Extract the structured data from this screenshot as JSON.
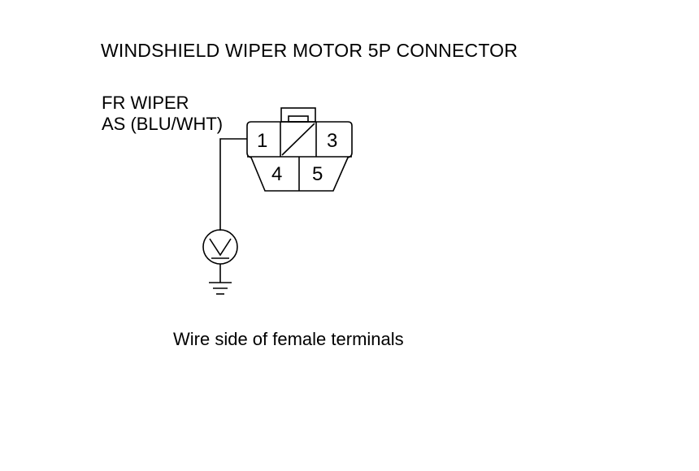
{
  "title": "WINDSHIELD WIPER MOTOR 5P CONNECTOR",
  "wire_label": {
    "line1": "FR WIPER",
    "line2": "AS (BLU/WHT)"
  },
  "connector": {
    "terminals": [
      "1",
      "3",
      "4",
      "5"
    ]
  },
  "meter": {
    "symbol": "V"
  },
  "caption": "Wire side of female terminals"
}
